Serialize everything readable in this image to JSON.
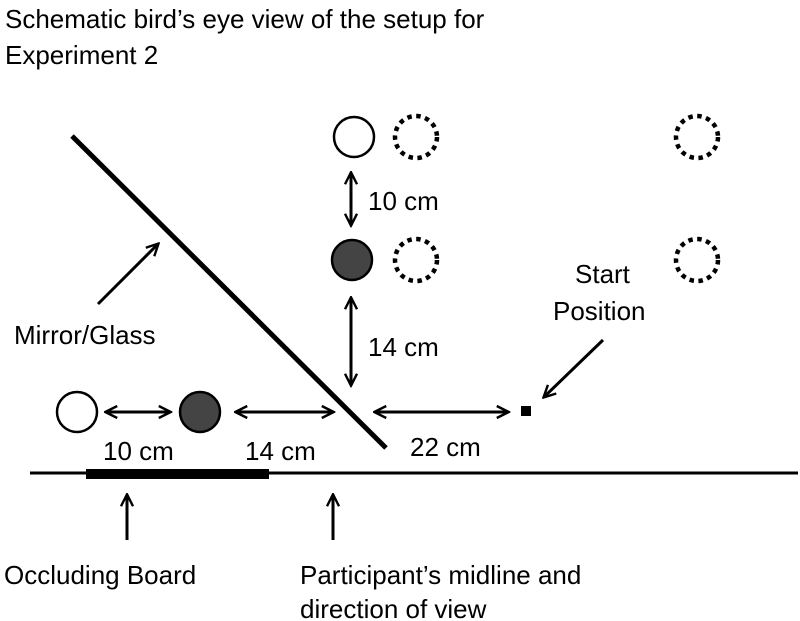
{
  "title_lines": [
    "Schematic bird’s eye view of the setup for",
    "Experiment 2"
  ],
  "labels": {
    "mirror": "Mirror/Glass",
    "start_line1": "Start",
    "start_line2": "Position",
    "occluding_board": "Occluding Board",
    "midline_line1": "Participant’s midline and",
    "midline_line2": "direction of view"
  },
  "distances": {
    "top_vertical": "10 cm",
    "middle_vertical": "14 cm",
    "bottom_left": "10 cm",
    "bottom_mid": "14 cm",
    "bottom_right": "22 cm"
  },
  "colors": {
    "ink": "#000000",
    "filled_object": "#444444",
    "empty_object": "#ffffff"
  }
}
